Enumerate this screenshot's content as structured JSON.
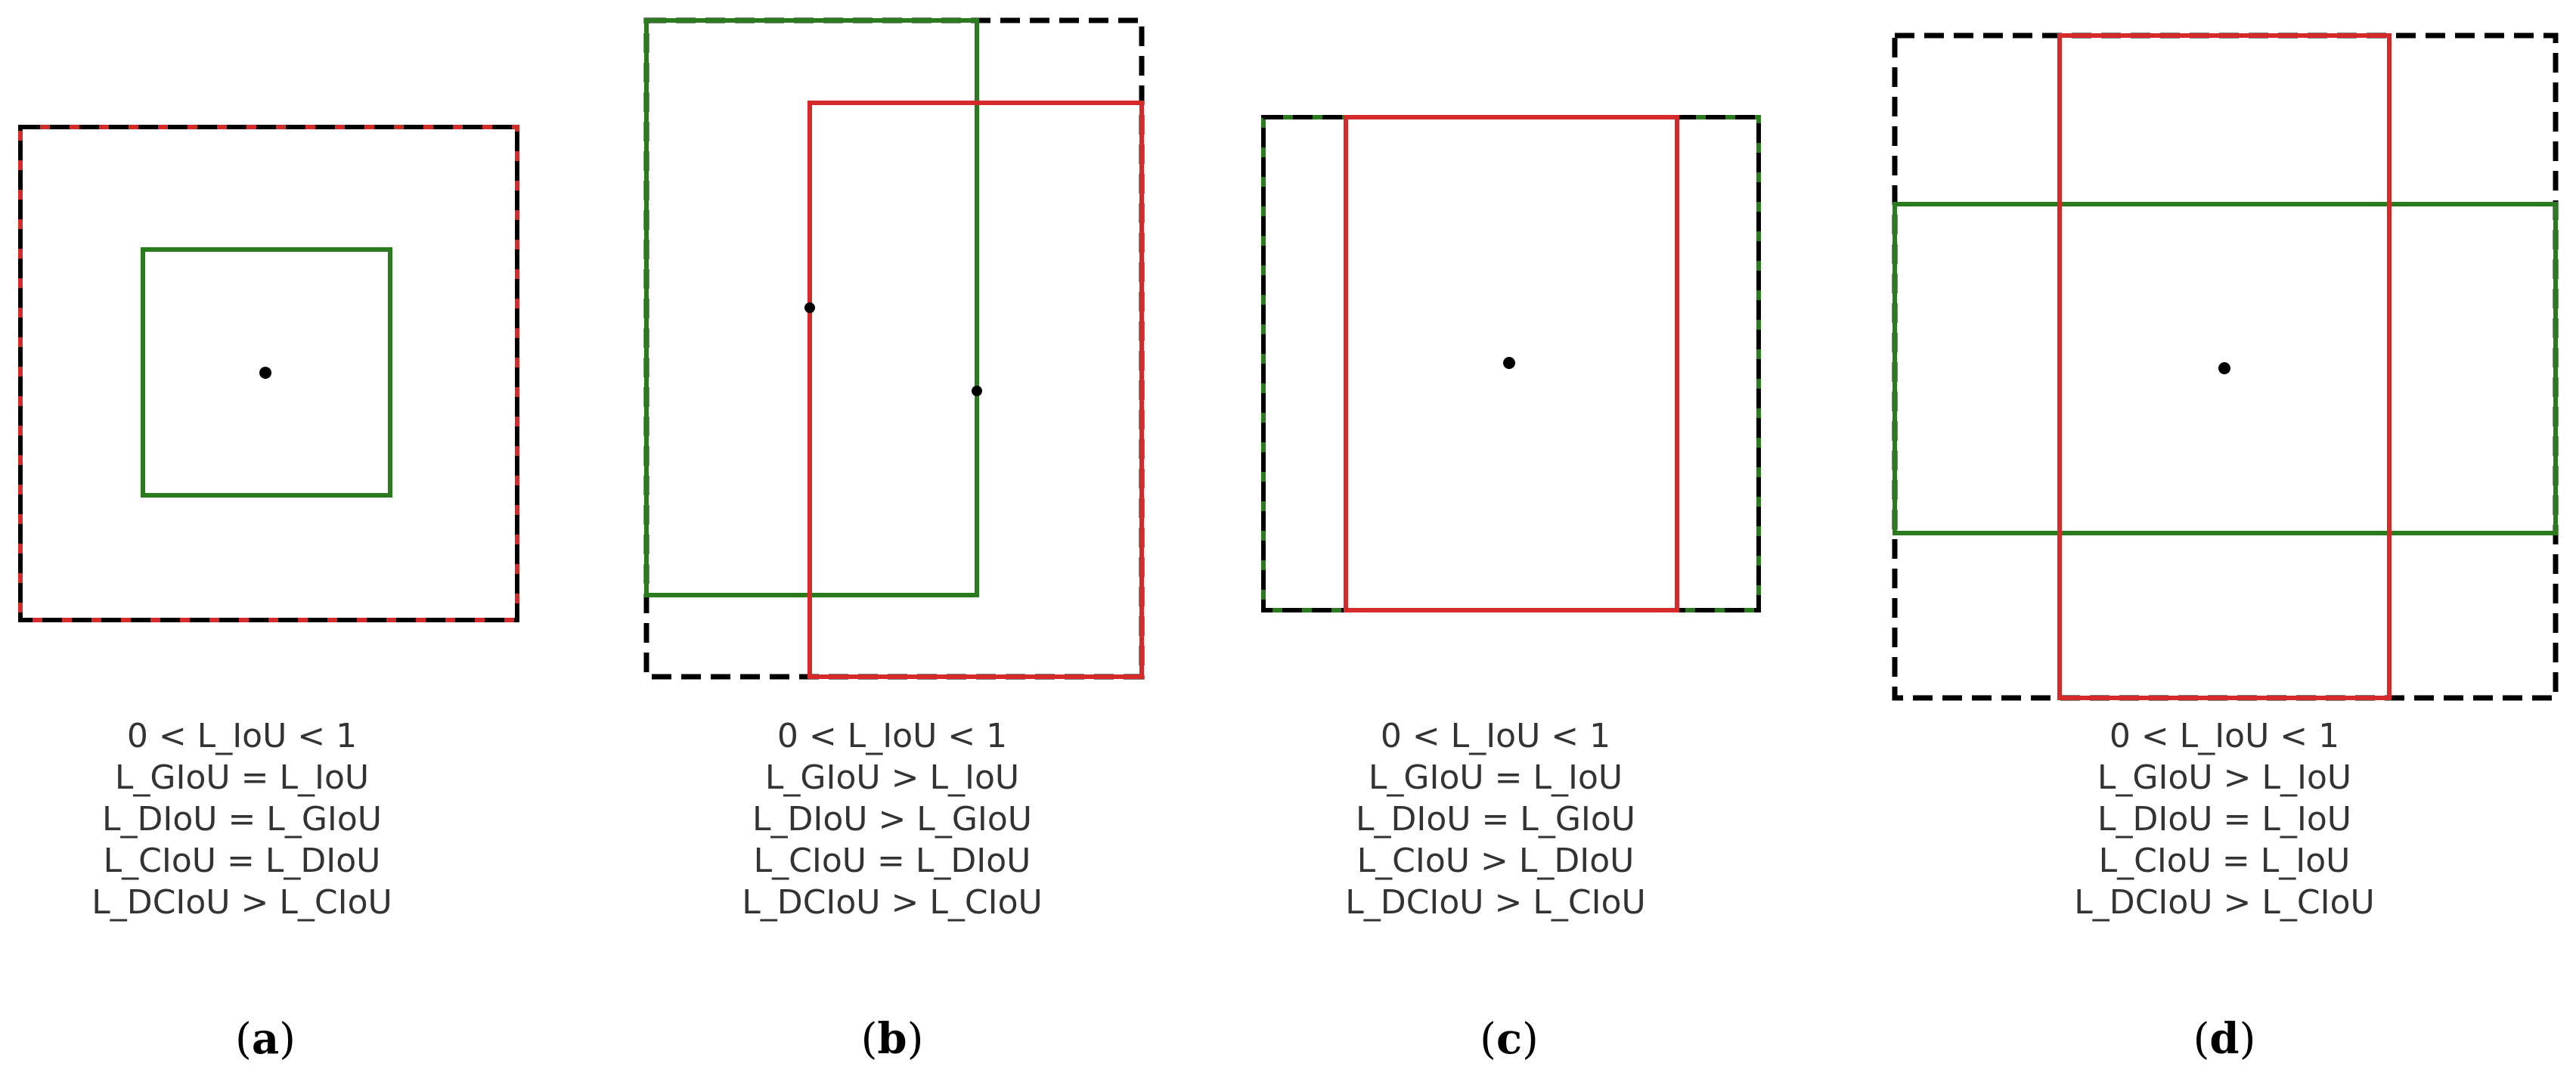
{
  "colors": {
    "union_box": "#000000",
    "ground_truth_box": "#d42a2a",
    "predicted_box": "#2a7a1e",
    "center_point": "#000000",
    "text": "#333333"
  },
  "panels": [
    {
      "id": "a",
      "caption_open": "(",
      "caption_letter": "a",
      "caption_close": ")",
      "relations": [
        "0 < L_IoU < 1",
        "L_GIoU = L_IoU",
        "L_DIoU = L_GIoU",
        "L_CIoU = L_DIoU",
        "L_DCIoU > L_CIoU"
      ]
    },
    {
      "id": "b",
      "caption_open": "(",
      "caption_letter": "b",
      "caption_close": ")",
      "relations": [
        "0 < L_IoU < 1",
        "L_GIoU > L_IoU",
        "L_DIoU > L_GIoU",
        "L_CIoU = L_DIoU",
        "L_DCIoU > L_CIoU"
      ]
    },
    {
      "id": "c",
      "caption_open": "(",
      "caption_letter": "c",
      "caption_close": ")",
      "relations": [
        "0 < L_IoU < 1",
        "L_GIoU = L_IoU",
        "L_DIoU = L_GIoU",
        "L_CIoU > L_DIoU",
        "L_DCIoU > L_CIoU"
      ]
    },
    {
      "id": "d",
      "caption_open": "(",
      "caption_letter": "d",
      "caption_close": ")",
      "relations": [
        "0 < L_IoU < 1",
        "L_GIoU > L_IoU",
        "L_DIoU = L_IoU",
        "L_CIoU = L_IoU",
        "L_DCIoU > L_CIoU"
      ]
    }
  ]
}
